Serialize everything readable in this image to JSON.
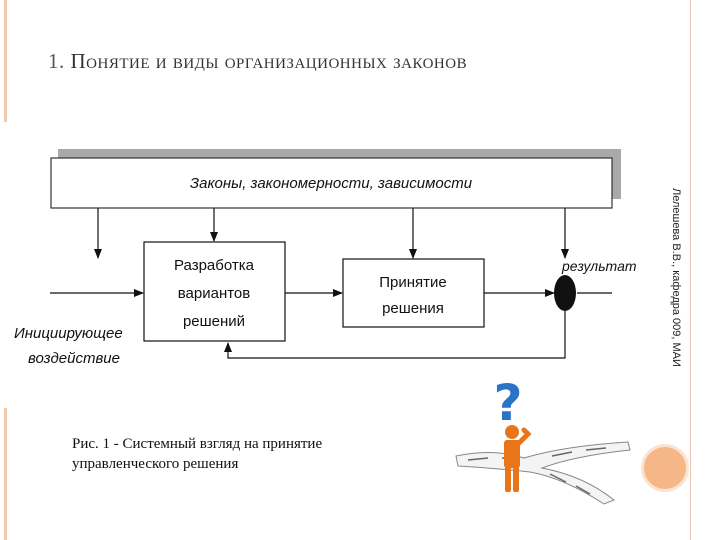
{
  "title": {
    "number": "1.",
    "text": "Понятие и виды организационных законов"
  },
  "side_note": "Лелешева В.В., кафедра 009, МАИ",
  "diagram": {
    "top_box": "Законы, закономерности, зависимости",
    "box_development": [
      "Разработка",
      "вариантов",
      "решений"
    ],
    "box_decision": [
      "Принятие",
      "решения"
    ],
    "input_label": [
      "Инициирующее",
      "воздействие"
    ],
    "result_label": "результат"
  },
  "caption": [
    "Рис. 1 - Системный взгляд на принятие",
    "управленческого решения"
  ],
  "clipart": {
    "symbol": "?"
  },
  "colors": {
    "accent": "#f5b688",
    "rule": "#f2c9ad",
    "figure": "#e8751a",
    "question": "#2a73c9"
  }
}
